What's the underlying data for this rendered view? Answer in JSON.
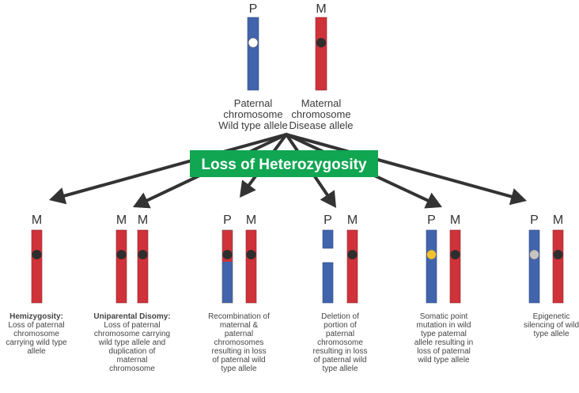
{
  "title": "Loss of Heterozygosity",
  "colors": {
    "paternal": "#4264ad",
    "maternal": "#d0323a",
    "disease_allele": "#2e2e2e",
    "wild_type_allele": "#ffffff",
    "mutated_allele": "#f2c12e",
    "silenced_allele": "#c4c4c4",
    "title_box": "#10a652",
    "arrow": "#333333"
  },
  "top": {
    "paternal": {
      "letter": "P",
      "caption": [
        "Paternal",
        "chromosome",
        "Wild type allele"
      ]
    },
    "maternal": {
      "letter": "M",
      "caption": [
        "Maternal",
        "chromosome",
        "Disease allele"
      ]
    }
  },
  "mechanisms": [
    {
      "id": "hemizygosity",
      "chromosomes": [
        {
          "letter": "M",
          "type": "maternal",
          "allele": "disease"
        }
      ],
      "heading": "Hemizygosity:",
      "caption": [
        "Loss of paternal",
        "chromosome",
        "carrying wild type",
        "allele"
      ]
    },
    {
      "id": "uniparental-disomy",
      "chromosomes": [
        {
          "letter": "M",
          "type": "maternal",
          "allele": "disease"
        },
        {
          "letter": "M",
          "type": "maternal",
          "allele": "disease"
        }
      ],
      "heading": "Uniparental Disomy:",
      "caption": [
        "Loss of paternal",
        "chromosome carrying",
        "wild type allele and",
        "duplication of",
        "maternal",
        "chromosome"
      ]
    },
    {
      "id": "recombination",
      "chromosomes": [
        {
          "letter": "P",
          "type": "recombinant",
          "allele": "disease"
        },
        {
          "letter": "M",
          "type": "maternal",
          "allele": "disease"
        }
      ],
      "heading": "",
      "caption": [
        "Recombination of",
        "maternal &",
        "paternal",
        "chromosomes",
        "resulting in loss",
        "of paternal wild",
        "type allele"
      ]
    },
    {
      "id": "deletion",
      "chromosomes": [
        {
          "letter": "P",
          "type": "deleted",
          "allele": "none"
        },
        {
          "letter": "M",
          "type": "maternal",
          "allele": "disease"
        }
      ],
      "heading": "",
      "caption": [
        "Deletion of",
        "portion of",
        "paternal",
        "chromosome",
        "resulting in loss",
        "of paternal wild",
        "type allele"
      ]
    },
    {
      "id": "somatic-point-mutation",
      "chromosomes": [
        {
          "letter": "P",
          "type": "paternal",
          "allele": "mutated"
        },
        {
          "letter": "M",
          "type": "maternal",
          "allele": "disease"
        }
      ],
      "heading": "",
      "caption": [
        "Somatic point",
        "mutation in wild",
        "type paternal",
        "allele resulting in",
        "loss of paternal",
        "wild type allele"
      ]
    },
    {
      "id": "epigenetic-silencing",
      "chromosomes": [
        {
          "letter": "P",
          "type": "paternal",
          "allele": "silenced"
        },
        {
          "letter": "M",
          "type": "maternal",
          "allele": "disease"
        }
      ],
      "heading": "",
      "caption": [
        "Epigenetic",
        "silencing of wild",
        "type allele"
      ]
    }
  ]
}
